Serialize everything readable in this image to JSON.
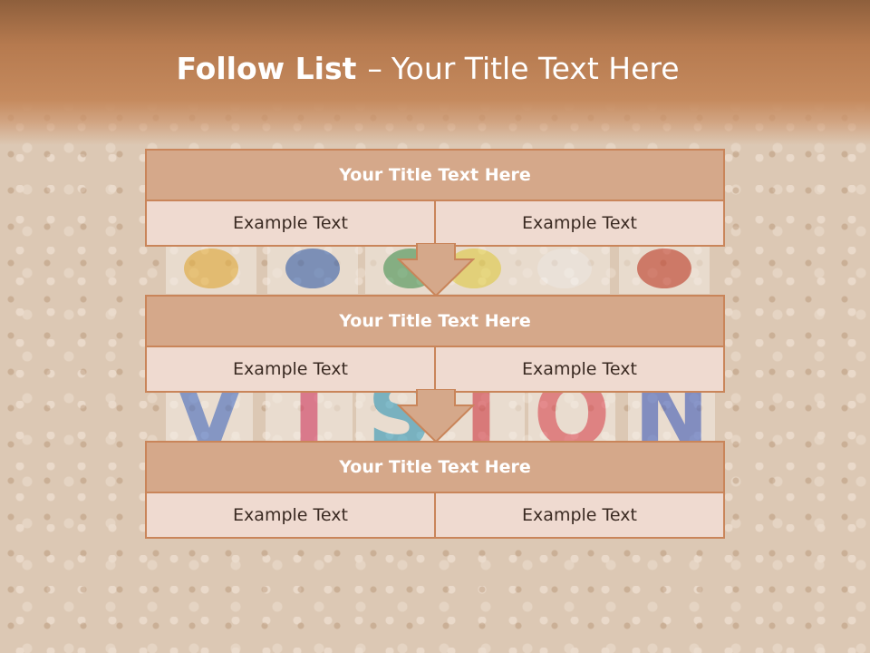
{
  "slide": {
    "title_bold": "Follow List",
    "title_sep": "–",
    "title_rest": "Your Title Text Here"
  },
  "background_picture": {
    "paint_colors": [
      "#e8b23c",
      "#2f62b8",
      "#3f9a5a",
      "#e8d84a",
      "#f7f7f7",
      "#c23a2a"
    ],
    "letters": [
      "V",
      "I",
      "S",
      "I",
      "O",
      "N"
    ],
    "letter_colors": [
      "#3f6fd0",
      "#d83a6a",
      "#2aa0c8",
      "#d63a4a",
      "#e04a5a",
      "#3a5ec8"
    ]
  },
  "list": [
    {
      "title": "Your Title Text Here",
      "left": "Example Text",
      "right": "Example Text"
    },
    {
      "title": "Your Title Text Here",
      "left": "Example Text",
      "right": "Example Text"
    },
    {
      "title": "Your Title Text Here",
      "left": "Example Text",
      "right": "Example Text"
    }
  ],
  "colors": {
    "header_fill": "#d5a88a",
    "cell_fill": "#efdad0",
    "border": "#c9855a"
  }
}
